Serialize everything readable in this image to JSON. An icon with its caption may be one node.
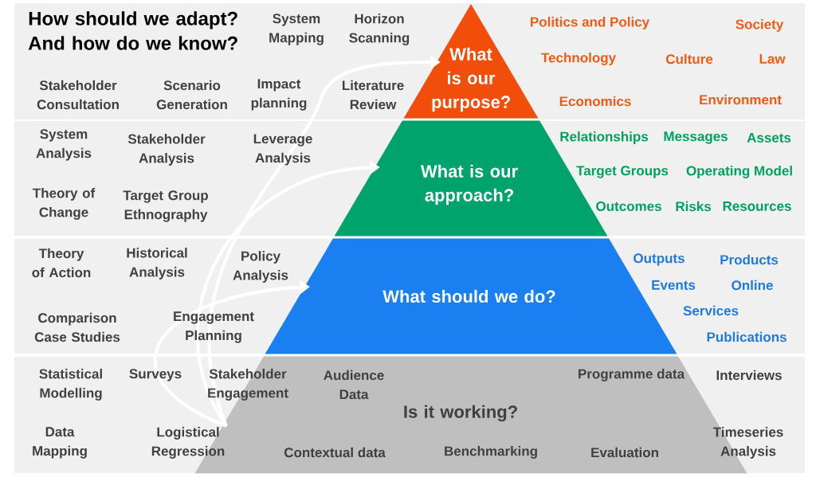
{
  "diagram": {
    "title": "How should we adapt? And how do we know?",
    "nodes": [
      {
        "text": [
          "What is our purpose?"
        ],
        "beside": [
          "Politics and Policy",
          "Society",
          "Technology",
          "Culture",
          "Law",
          "Economics",
          "Environment"
        ]
      },
      {
        "text": [
          "What is our approach?"
        ],
        "beside": [
          "Relationships",
          "Messages",
          "Assets",
          "Target Groups",
          "Operating Model",
          "Outcomes",
          "Risks",
          "Resources"
        ]
      },
      {
        "text": [
          "What should we do?"
        ],
        "beside": [
          "Outputs",
          "Products",
          "Events",
          "Online",
          "Services",
          "Publications"
        ]
      },
      {
        "text": [
          "Is it working?"
        ]
      }
    ],
    "edges": [
      {
        "from": 3,
        "to": 0,
        "arrow": "to"
      },
      {
        "from": 3,
        "to": 1,
        "arrow": "to"
      },
      {
        "from": 3,
        "to": 2,
        "arrow": "to"
      }
    ],
    "labels": [
      "System Mapping",
      "Horizon Scanning",
      "Stakeholder Consultation",
      "Scenario Generation",
      "Impact planning",
      "Literature Review",
      "System Analysis",
      "Stakeholder Analysis",
      "Leverage Analysis",
      "Theory of Change",
      "Target Group Ethnography",
      "Theory of Action",
      "Historical Analysis",
      "Policy Analysis",
      "Comparison Case Studies",
      "Engagement Planning",
      "Statistical Modelling",
      "Surveys",
      "Stakeholder Engagement",
      "Audience Data",
      "Programme data",
      "Interviews",
      "Data Mapping",
      "Logistical Regression",
      "Contextual data",
      "Benchmarking",
      "Evaluation",
      "Timeseries Analysis"
    ]
  }
}
